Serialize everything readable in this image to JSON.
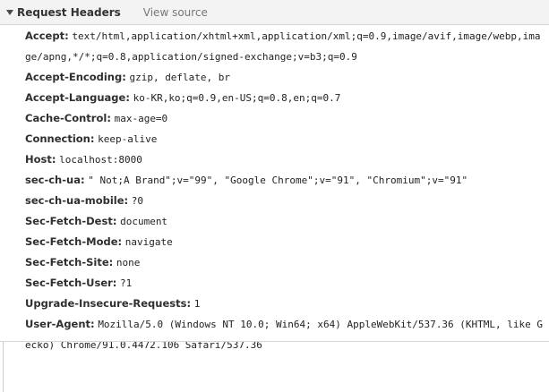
{
  "section": {
    "title": "Request Headers",
    "view_source": "View source"
  },
  "headers": [
    {
      "name": "Accept:",
      "value": "text/html,application/xhtml+xml,application/xml;q=0.9,image/avif,image/webp,image/apng,*/*;q=0.8,application/signed-exchange;v=b3;q=0.9"
    },
    {
      "name": "Accept-Encoding:",
      "value": "gzip, deflate, br"
    },
    {
      "name": "Accept-Language:",
      "value": "ko-KR,ko;q=0.9,en-US;q=0.8,en;q=0.7"
    },
    {
      "name": "Cache-Control:",
      "value": "max-age=0"
    },
    {
      "name": "Connection:",
      "value": "keep-alive"
    },
    {
      "name": "Host:",
      "value": "localhost:8000"
    },
    {
      "name": "sec-ch-ua:",
      "value": "\" Not;A Brand\";v=\"99\", \"Google Chrome\";v=\"91\", \"Chromium\";v=\"91\""
    },
    {
      "name": "sec-ch-ua-mobile:",
      "value": "?0"
    },
    {
      "name": "Sec-Fetch-Dest:",
      "value": "document"
    },
    {
      "name": "Sec-Fetch-Mode:",
      "value": "navigate"
    },
    {
      "name": "Sec-Fetch-Site:",
      "value": "none"
    },
    {
      "name": "Sec-Fetch-User:",
      "value": "?1"
    },
    {
      "name": "Upgrade-Insecure-Requests:",
      "value": "1"
    },
    {
      "name": "User-Agent:",
      "value": "Mozilla/5.0 (Windows NT 10.0; Win64; x64) AppleWebKit/537.36 (KHTML, like Gecko) Chrome/91.0.4472.106 Safari/537.36"
    }
  ]
}
